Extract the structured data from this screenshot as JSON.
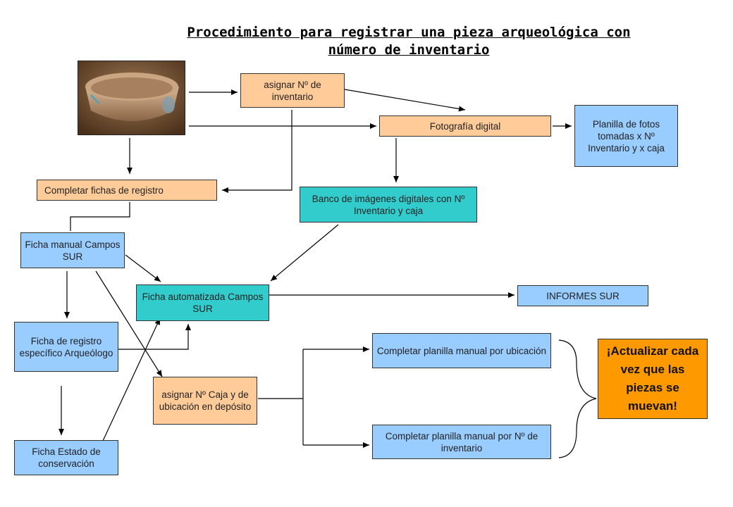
{
  "title": {
    "line1": "Procedimiento  para registrar  una pieza arqueológica  con",
    "line2": "número  de inventario"
  },
  "photo": {
    "icon": "ceramic-bowl-photo"
  },
  "boxes": {
    "asignar_inventario": "asignar Nº de inventario",
    "fotografia": "Fotografía digital",
    "planilla_fotos": "Planilla de fotos tomadas x Nº Inventario y x caja",
    "completar_fichas": "Completar fichas de registro",
    "banco_imagenes": "Banco de imágenes digitales con Nº Inventario y caja",
    "ficha_manual": "Ficha manual Campos SUR",
    "ficha_automatizada": "Ficha automatizada Campos SUR",
    "informes": "INFORMES SUR",
    "ficha_especifico": "Ficha  de registro específico Arqueólogo",
    "asignar_caja": "asignar Nº Caja y de ubicación en depósito",
    "planilla_ubicacion": "Completar planilla  manual por ubicación",
    "planilla_inventario": "Completar planilla manual por Nº de inventario",
    "ficha_estado": "Ficha Estado de conservación",
    "actualizar": "¡Actualizar cada vez que las piezas se muevan!"
  },
  "colors": {
    "peach": "#ffcc99",
    "blue": "#99ccff",
    "teal": "#33cccc",
    "orange": "#ff9900"
  }
}
